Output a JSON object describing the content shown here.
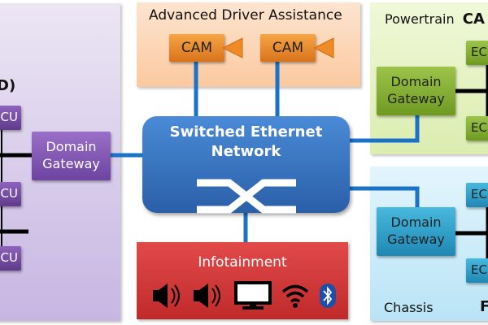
{
  "left_domain": {
    "title_fragment": "D)",
    "gateway": "Domain\nGateway",
    "ecu_label": "CU",
    "color": "#7a4fa8"
  },
  "adas": {
    "title": "Advanced Driver Assistance",
    "cameras": [
      "CAM",
      "CAM"
    ],
    "color": "#f0902a"
  },
  "switch": {
    "title_line1": "Switched Ethernet",
    "title_line2": "Network",
    "icon": "switch-crossover-icon",
    "color": "#2f6fc0"
  },
  "infotainment": {
    "title": "Infotainment",
    "icons": [
      "speaker-icon",
      "speaker-icon",
      "monitor-icon",
      "wifi-icon",
      "bluetooth-icon"
    ],
    "color": "#d33a3a"
  },
  "powertrain": {
    "title": "Powertrain",
    "title_bold": "CA",
    "gateway": "Domain\nGateway",
    "ecu_label": "EC",
    "color": "#86b236"
  },
  "chassis": {
    "title": "Chassis",
    "title_bold": "F",
    "gateway": "Domain\nGateway",
    "ecu_label": "EC",
    "color": "#2aa3cf"
  },
  "link_color": "#1a73c8"
}
